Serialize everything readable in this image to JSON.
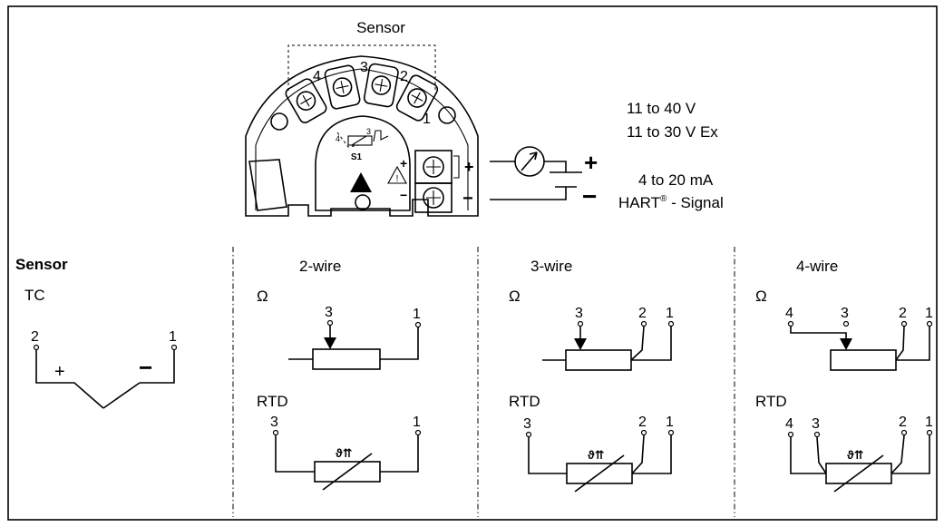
{
  "top": {
    "sensor_label": "Sensor",
    "terminal_numbers": [
      "4",
      "3",
      "2",
      "1"
    ],
    "switch_label": "S1",
    "switch_pins": [
      "4",
      "3"
    ],
    "plus_sign": "+",
    "minus_sign": "−",
    "supply_line1": "11 to 40 V",
    "supply_line2": "11 to 30 V Ex",
    "signal_line1": "4 to 20 mA",
    "hart_prefix": "HART",
    "hart_reg": "®",
    "hart_suffix": " - Signal"
  },
  "sensor_section": {
    "title": "Sensor",
    "tc_label": "TC",
    "tc_terminals": [
      "2",
      "1"
    ],
    "tc_plus": "+",
    "tc_minus": "−"
  },
  "columns": [
    {
      "title": "2-wire",
      "ohm_symbol": "Ω",
      "rtd_label": "RTD",
      "ohm_terminals": [
        "3",
        "1"
      ],
      "rtd_terminals": [
        "3",
        "1"
      ]
    },
    {
      "title": "3-wire",
      "ohm_symbol": "Ω",
      "rtd_label": "RTD",
      "ohm_terminals": [
        "3",
        "2",
        "1"
      ],
      "rtd_terminals": [
        "3",
        "2",
        "1"
      ]
    },
    {
      "title": "4-wire",
      "ohm_symbol": "Ω",
      "rtd_label": "RTD",
      "ohm_terminals": [
        "4",
        "3",
        "2",
        "1"
      ],
      "rtd_terminals": [
        "4",
        "3",
        "2",
        "1"
      ]
    }
  ],
  "rtd_symbol": "ϑ⇈"
}
